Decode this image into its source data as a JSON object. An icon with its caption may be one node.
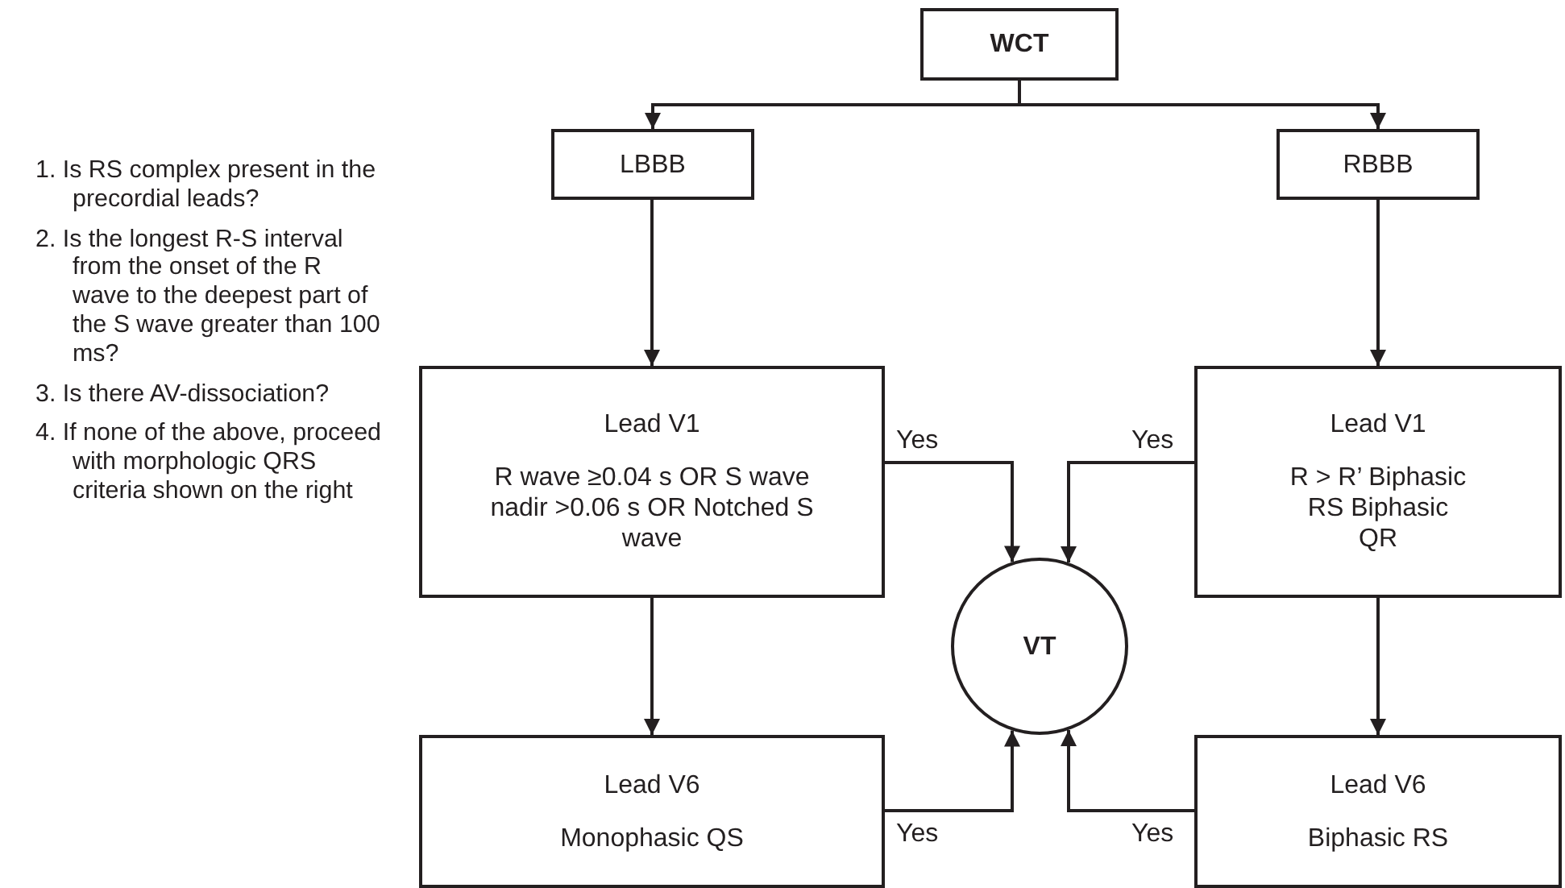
{
  "diagram": {
    "nodes": [
      {
        "text": [
          "WCT"
        ]
      },
      {
        "text": [
          "LBBB"
        ]
      },
      {
        "text": [
          "RBBB"
        ]
      },
      {
        "text": [
          "Lead V1",
          "R wave ≥0.04 s OR S wave nadir >0.06 s OR Notched S wave"
        ]
      },
      {
        "text": [
          "Lead V1",
          "R > R’ Biphasic RS Biphasic QR"
        ]
      },
      {
        "text": [
          "VT"
        ]
      },
      {
        "text": [
          "Lead V6",
          "Monophasic QS"
        ]
      },
      {
        "text": [
          "Lead V6",
          "Biphasic RS"
        ]
      }
    ],
    "edges": [
      {
        "from": 0,
        "to": 1,
        "arrow": "to"
      },
      {
        "from": 0,
        "to": 2,
        "arrow": "to"
      },
      {
        "from": 1,
        "to": 3,
        "arrow": "to"
      },
      {
        "from": 2,
        "to": 4,
        "arrow": "to"
      },
      {
        "from": 3,
        "to": 5,
        "arrow": "to",
        "label": "Yes"
      },
      {
        "from": 4,
        "to": 5,
        "arrow": "to",
        "label": "Yes"
      },
      {
        "from": 3,
        "to": 6,
        "arrow": "to"
      },
      {
        "from": 4,
        "to": 7,
        "arrow": "to"
      },
      {
        "from": 6,
        "to": 5,
        "arrow": "to",
        "label": "Yes"
      },
      {
        "from": 7,
        "to": 5,
        "arrow": "to",
        "label": "Yes"
      }
    ],
    "labels": [
      "1. Is RS complex present in the precordial leads?",
      "2. Is the longest R-S interval from the onset of the R wave to the deepest part of the S wave greater than 100 ms?",
      "3. Is there AV-dissociation?",
      "4. If none of the above, proceed with morphologic QRS criteria shown on the right"
    ]
  }
}
